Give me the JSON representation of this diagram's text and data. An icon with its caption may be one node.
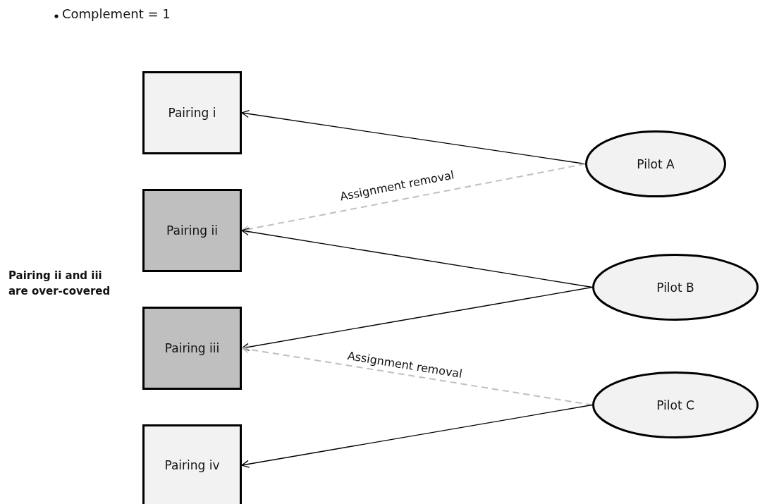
{
  "diagram": {
    "nodes": [
      {
        "text": [
          "Pairing i"
        ]
      },
      {
        "text": [
          "Pairing ii"
        ]
      },
      {
        "text": [
          "Pairing iii"
        ]
      },
      {
        "text": [
          "Pairing iv"
        ]
      },
      {
        "text": [
          "Pilot A"
        ]
      },
      {
        "text": [
          "Pilot B"
        ]
      },
      {
        "text": [
          "Pilot C"
        ]
      }
    ],
    "edges": [
      {
        "from": 4,
        "to": 0,
        "arrow": "to"
      },
      {
        "from": 4,
        "to": 1,
        "arrow": "to",
        "label": "Assignment removal",
        "style": "dashed",
        "color": "#bfbfbf"
      },
      {
        "from": 5,
        "to": 1,
        "arrow": "to"
      },
      {
        "from": 5,
        "to": 2,
        "arrow": "to"
      },
      {
        "from": 6,
        "to": 2,
        "arrow": "to",
        "label": "Assignment removal",
        "style": "dashed",
        "color": "#bfbfbf"
      },
      {
        "from": 6,
        "to": 3,
        "arrow": "to"
      }
    ],
    "labels": [
      "Complement = 1",
      "Pairing ii and iii are over-covered"
    ]
  }
}
